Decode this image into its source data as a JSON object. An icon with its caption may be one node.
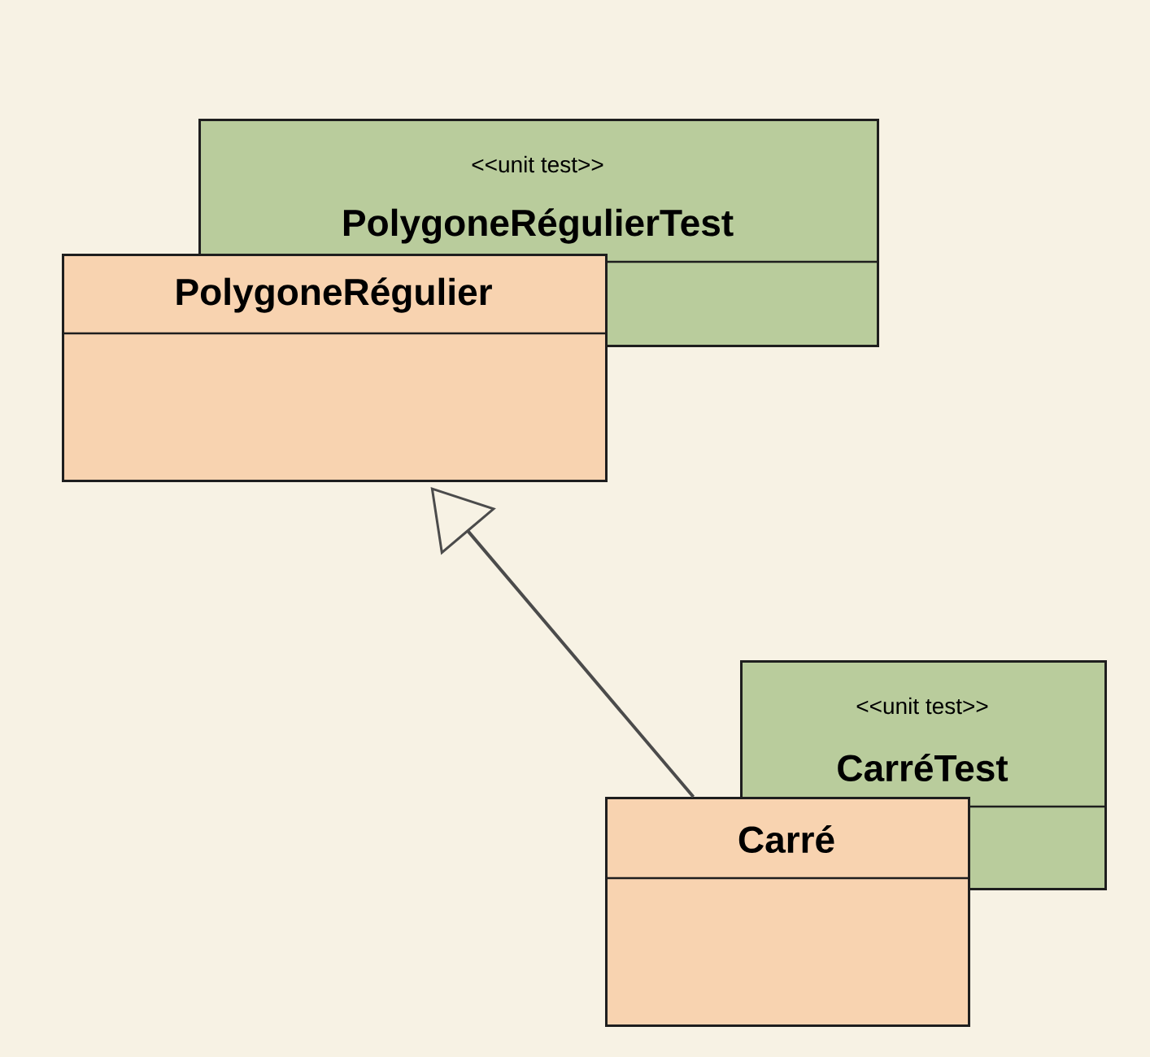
{
  "diagram": {
    "nodes": [
      {
        "text": [
          "<<unit test>>",
          "PolygoneRégulierTest"
        ]
      },
      {
        "text": [
          "PolygoneRégulier"
        ]
      },
      {
        "text": [
          "<<unit test>>",
          "CarréTest"
        ]
      },
      {
        "text": [
          "Carré"
        ]
      }
    ],
    "edges": [
      {
        "from": 3,
        "to": 1,
        "arrow": "to"
      }
    ]
  }
}
